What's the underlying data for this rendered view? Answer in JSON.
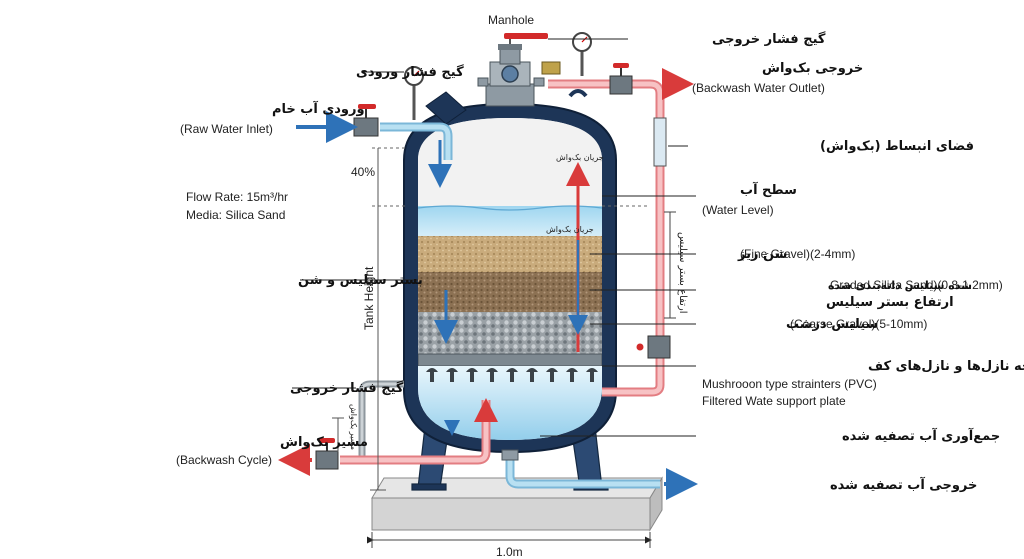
{
  "labels": {
    "manhole": "Manhole",
    "outlet_pressure_gauge_top": "گیج فشار خروجی",
    "inlet_pressure_gauge": "گیج فشار ورودی",
    "raw_water_inlet_fa": "ورودی آب خام",
    "raw_water_inlet_en": "(Raw Water Inlet)",
    "backwash_outlet_fa": "خروجی بک‌واش",
    "backwash_outlet_en": "(Backwash Water Outlet)",
    "expansion_space": "فضای انبساط (بک‌واش)",
    "water_level_fa": "سطح آب",
    "water_level_en": "(Water Level)",
    "fine_gravel_fa": "شن ریز",
    "fine_gravel_en": "(Fine Gravel)(2-4mm)",
    "graded_silica_fa": "شده سیلیس دانه‌بندی شده",
    "graded_silica_en": "Graded Silica Sand)(0.8-1.2mm)",
    "bed_height": "ارتفاع بستر سیلیس",
    "coarse_gravel_fa": "سیلیس  درشت",
    "coarse_gravel_en": "(Coarse Gravel)(5-10mm)",
    "nozzle_plate_fa": "صفحه نازل‌ها و نازل‌های کف",
    "nozzle_plate_en1": "Mushrooon type strainters (PVC)",
    "nozzle_plate_en2": "Filtered Wate support plate",
    "collection_fa": "جمع‌آوری آب تصفیه شده",
    "treated_outlet_fa": "خروجی آب تصفیه شده",
    "outlet_gauge_bottom": "گیج فشار خروجی",
    "backwash_cycle_fa": "مسیر بک‌واش",
    "backwash_cycle_en": "(Backwash Cycle)",
    "silica_gravel_bed": "بستر سیلیس و شن",
    "flow_rate": "Flow Rate: 15m³/hr",
    "media": "Media: Silica Sand",
    "percent_40": "40%",
    "tank_height": "Tank Height",
    "width_dim": "1.0m",
    "backwash_flow_1": "جریان بک‌واش",
    "backwash_flow_2": "جریان بک‌واش",
    "expansion_vertical": "ارتفاع بستر سیلیس",
    "backwash_vertical": "مسیر بک‌واش"
  },
  "colors": {
    "tank_shell": "#1d3557",
    "inlet_pipe": "#9fd3ea",
    "backwash_pipe": "#f2a3a6",
    "water": "#8ccbea",
    "fine_gravel": "#c9ab7c",
    "silica_sand": "#8c7153",
    "coarse_gravel": "#9aa1a6",
    "arrow_blue": "#2e72b8",
    "arrow_red": "#d93b3b",
    "base": "#d4d4d4"
  }
}
